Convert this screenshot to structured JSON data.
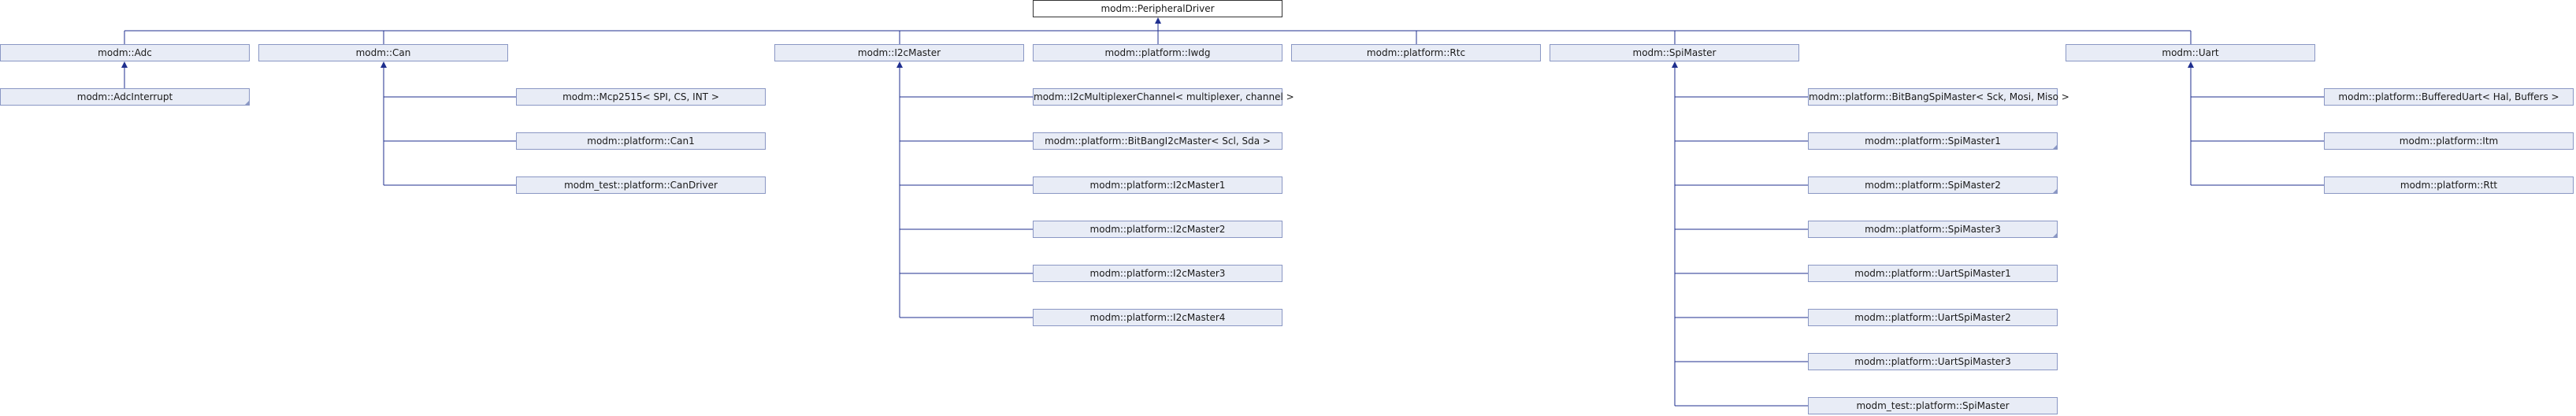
{
  "diagram": {
    "root": {
      "id": "root",
      "label": "modm::PeripheralDriver"
    },
    "groups": [
      {
        "id": "adc",
        "label": "modm::Adc",
        "children": [
          {
            "id": "adc-interrupt",
            "label": "modm::AdcInterrupt",
            "has_more": true
          }
        ]
      },
      {
        "id": "can",
        "label": "modm::Can",
        "children": [
          {
            "id": "mcp2515",
            "label": "modm::Mcp2515< SPI, CS, INT >"
          },
          {
            "id": "can1",
            "label": "modm::platform::Can1"
          },
          {
            "id": "candriver",
            "label": "modm_test::platform::CanDriver"
          }
        ]
      },
      {
        "id": "i2cmaster",
        "label": "modm::I2cMaster",
        "children": [
          {
            "id": "i2cmux",
            "label": "modm::I2cMultiplexerChannel< multiplexer, channel >"
          },
          {
            "id": "bitbangi2c",
            "label": "modm::platform::BitBangI2cMaster< Scl, Sda >"
          },
          {
            "id": "i2c1",
            "label": "modm::platform::I2cMaster1"
          },
          {
            "id": "i2c2",
            "label": "modm::platform::I2cMaster2"
          },
          {
            "id": "i2c3",
            "label": "modm::platform::I2cMaster3"
          },
          {
            "id": "i2c4",
            "label": "modm::platform::I2cMaster4"
          }
        ]
      },
      {
        "id": "iwdg",
        "label": "modm::platform::Iwdg",
        "children": []
      },
      {
        "id": "rtc",
        "label": "modm::platform::Rtc",
        "children": []
      },
      {
        "id": "spimaster",
        "label": "modm::SpiMaster",
        "children": [
          {
            "id": "bitbangspi",
            "label": "modm::platform::BitBangSpiMaster< Sck, Mosi, Miso >"
          },
          {
            "id": "spi1",
            "label": "modm::platform::SpiMaster1",
            "has_more": true
          },
          {
            "id": "spi2",
            "label": "modm::platform::SpiMaster2",
            "has_more": true
          },
          {
            "id": "spi3",
            "label": "modm::platform::SpiMaster3",
            "has_more": true
          },
          {
            "id": "uartspi1",
            "label": "modm::platform::UartSpiMaster1"
          },
          {
            "id": "uartspi2",
            "label": "modm::platform::UartSpiMaster2"
          },
          {
            "id": "uartspi3",
            "label": "modm::platform::UartSpiMaster3"
          },
          {
            "id": "testspi",
            "label": "modm_test::platform::SpiMaster"
          }
        ]
      },
      {
        "id": "uart",
        "label": "modm::Uart",
        "children": [
          {
            "id": "buffereduart",
            "label": "modm::platform::BufferedUart< Hal, Buffers >"
          },
          {
            "id": "itm",
            "label": "modm::platform::Itm"
          },
          {
            "id": "rtt",
            "label": "modm::platform::Rtt"
          }
        ]
      }
    ],
    "colors": {
      "node_fill": "#e8ecf6",
      "node_border": "#8a97c4",
      "edge": "#1f2f8f",
      "root_border": "#333333"
    }
  }
}
